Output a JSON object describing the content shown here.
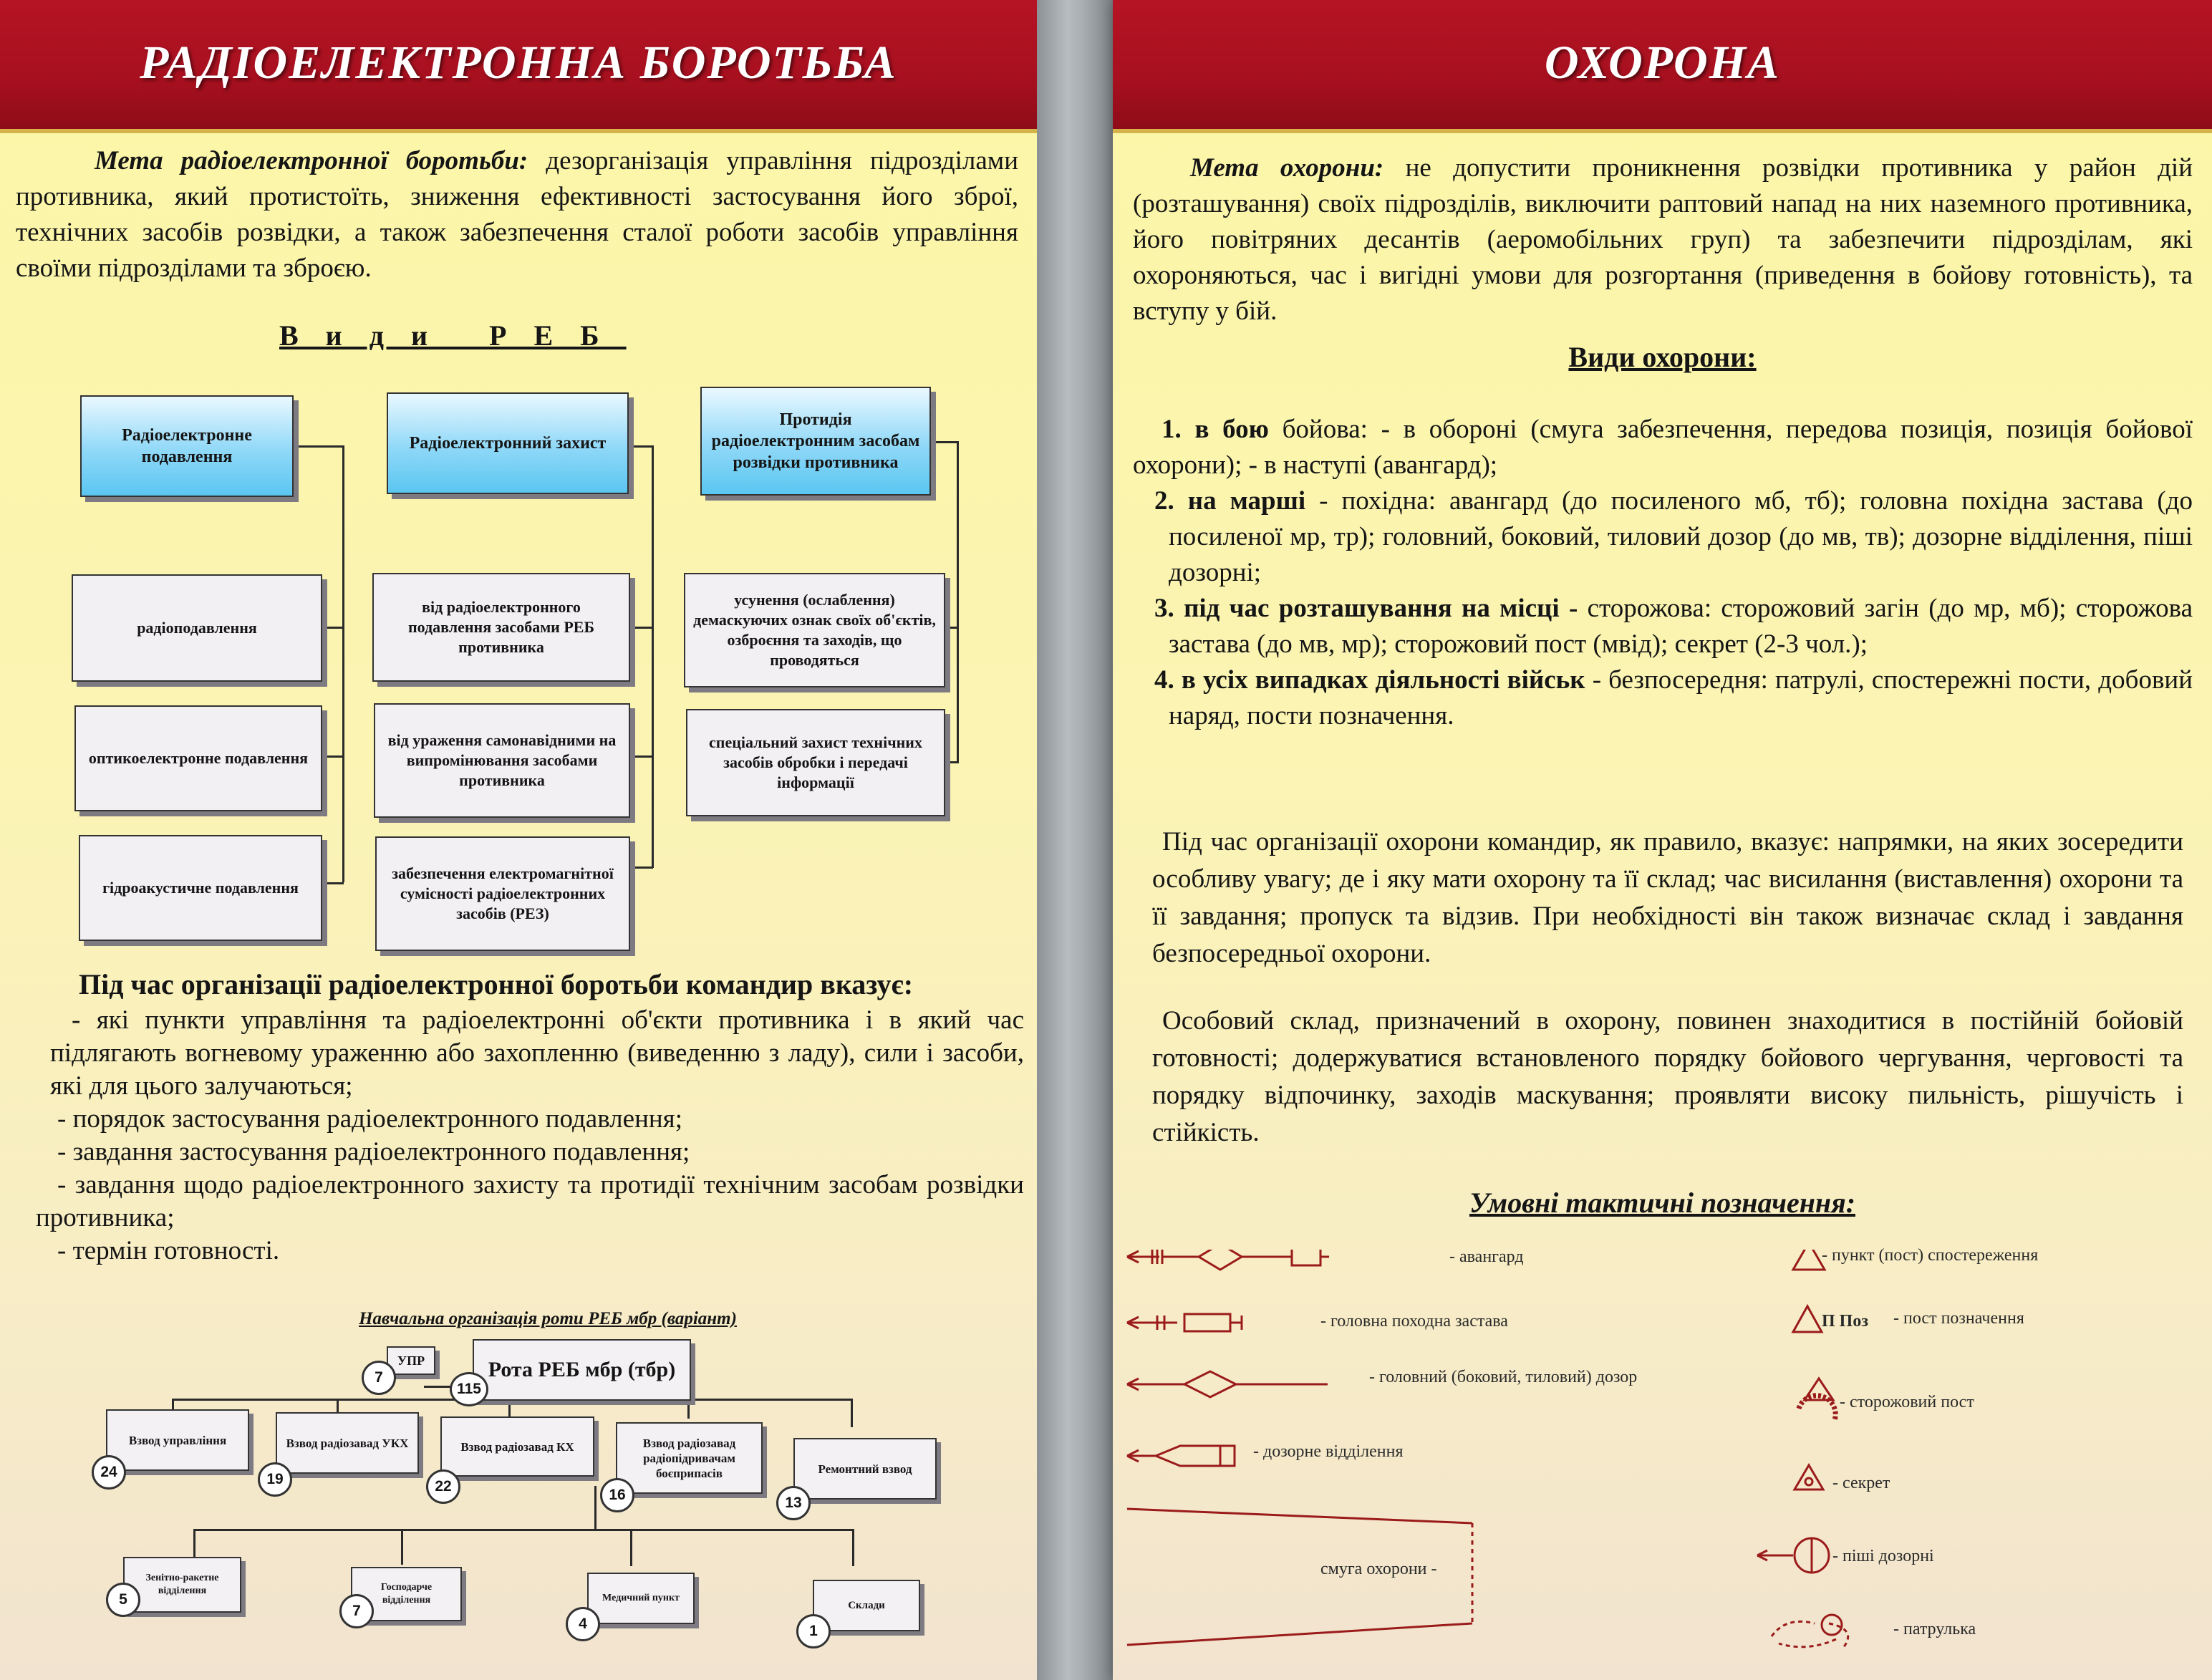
{
  "left": {
    "title": "РАДІОЕЛЕКТРОННА БОРОТЬБА",
    "goal": {
      "lead": "Мета радіоелектронної боротьби:",
      "text": " дезорганізація управління підрозділами противника, який протистоїть, зниження ефективності застосування його зброї, технічних засобів розвідки, а також забезпечення сталої роботи засобів управління своїми підрозділами та зброєю."
    },
    "types_title": "Види РЕБ",
    "top_boxes": [
      "Радіоелектронне подавлення",
      "Радіоелектронний захист",
      "Протидія радіоелектронним засобам розвідки противника"
    ],
    "col1": [
      "радіоподавлення",
      "оптикоелектронне подавлення",
      "гідроакустичне подавлення"
    ],
    "col2": [
      "від радіоелектронного подавлення засобами РЕБ противника",
      "від ураження самонавідними на випромінювання засобами противника",
      "забезпечення електромагнітної сумісності радіоелектронних засобів (РЕЗ)"
    ],
    "col3": [
      "усунення (ослаблення) демаскуючих ознак своїх об'єктів, озброєння та заходів, що проводяться",
      "спеціальний захист технічних засобів обробки і передачі інформації"
    ],
    "commander": {
      "heading": "Під час організації радіоелектронної боротьби командир вказує:",
      "items": [
        "- які пункти управління та радіоелектронні об'єкти противника і в який час підлягають вогневому ураженню або захопленню (виведенню з ладу), сили і засоби, які для цього залучаються;",
        "- порядок застосування радіоелектронного подавлення;",
        "- завдання застосування радіоелектронного подавлення;",
        "- завдання щодо радіоелектронного захисту та протидії технічним засобам розвідки противника;",
        "- термін готовності."
      ]
    },
    "org": {
      "title": "Навчальна організація роти РЕБ мбр (варіант)",
      "upr": {
        "label": "УПР",
        "num": "7"
      },
      "main": {
        "label": "Рота РЕБ мбр (тбр)",
        "num": "115"
      },
      "row1": [
        {
          "label": "Взвод управління",
          "num": "24"
        },
        {
          "label": "Взвод радіозавад УКХ",
          "num": "19"
        },
        {
          "label": "Взвод радіозавад КХ",
          "num": "22"
        },
        {
          "label": "Взвод радіозавад радіопідривачам боєприпасів",
          "num": "16"
        },
        {
          "label": "Ремонтний взвод",
          "num": "13"
        }
      ],
      "row2": [
        {
          "label": "Зенітно-ракетне відділення",
          "num": "5"
        },
        {
          "label": "Господарче відділення",
          "num": "7"
        },
        {
          "label": "Медичний пункт",
          "num": "4"
        },
        {
          "label": "Склади",
          "num": "1"
        }
      ]
    }
  },
  "right": {
    "title": "ОХОРОНА",
    "goal": {
      "lead": "Мета охорони:",
      "text": " не допустити проникнення розвідки противника у район дій (розташування) своїх підрозділів, виключити раптовий напад на них наземного противника, його повітряних десантів (аеромобільних груп) та забезпечити підрозділам, які охороняються, час і вигідні умови для розгортання (приведення в бойову готовність), та вступу у бій."
    },
    "types_heading": "Види охорони:",
    "types": [
      {
        "num": "1.",
        "label": "в бою",
        "text": "бойова: - в обороні (смуга забезпечення, передова позиція, позиція бойової охорони); - в наступі (авангард);"
      },
      {
        "num": "2.",
        "label": "на марші",
        "text": "- похідна: авангард (до посиленого мб, тб); головна похідна застава (до посиленої мр, тр); головний, боковий, тиловий дозор (до мв, тв); дозорне відділення, піші дозорні;"
      },
      {
        "num": "3.",
        "label": "під час розташування на місці -",
        "text": "сторожова: сторожовий загін (до мр, мб); сторожова застава (до мв, мр); сторожовий пост (мвід); секрет (2-3 чол.);"
      },
      {
        "num": "4.",
        "label": "в усіх випадках діяльності військ",
        "text": "- безпосередня: патрулі, спостережні пости, добовий наряд, пости позначення."
      }
    ],
    "para1": "Під час організації охорони командир, як правило, вказує: напрямки, на яких зосередити особливу увагу; де і яку мати охорону та її склад; час висилання (виставлення) охорони та її завдання; пропуск та відзив. При необхідності він також визначає склад і завдання безпосередньої охорони.",
    "para2": "Особовий склад, призначений в охорону, повинен знаходитися в постійній бойовій готовності; додержуватися встановленого порядку бойового чергування, черговості та порядку відпочинку, заходів маскування; проявляти високу пильність, рішучість і стійкість.",
    "legend_heading": "Умовні тактичні позначення:",
    "legend_left": [
      "- авангард",
      "- головна походна застава",
      "- головний (боковий, тиловий) дозор",
      "- дозорне відділення",
      "смуга охорони -"
    ],
    "legend_right": [
      "- пункт (пост) спостереження",
      "П Поз",
      "- пост позначення",
      "- сторожовий пост",
      "- секрет",
      "- піші дозорні",
      "- патрулька"
    ],
    "symbol_color": "#9b1b1b"
  }
}
